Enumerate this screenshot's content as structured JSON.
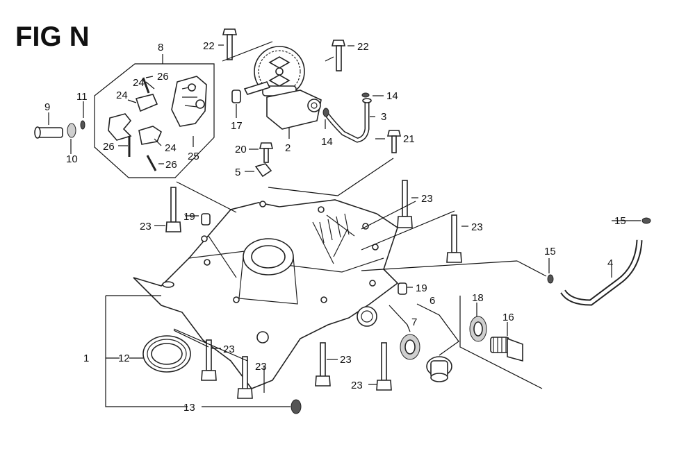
{
  "figure": {
    "title": "FIG N"
  },
  "callouts": {
    "p1": "1",
    "p2": "2",
    "p3": "3",
    "p4": "4",
    "p5": "5",
    "p6": "6",
    "p7": "7",
    "p8": "8",
    "p9": "9",
    "p10": "10",
    "p11": "11",
    "p12": "12",
    "p13": "13",
    "p14a": "14",
    "p14b": "14",
    "p15a": "15",
    "p15b": "15",
    "p16": "16",
    "p17": "17",
    "p18": "18",
    "p19a": "19",
    "p19b": "19",
    "p20": "20",
    "p21": "21",
    "p22a": "22",
    "p22b": "22",
    "p23a": "23",
    "p23b": "23",
    "p23c": "23",
    "p23d": "23",
    "p23e": "23",
    "p23f": "23",
    "p23g": "23",
    "p24a": "24",
    "p24b": "24",
    "p24c": "24",
    "p25": "25",
    "p26a": "26",
    "p26b": "26",
    "p26c": "26"
  }
}
